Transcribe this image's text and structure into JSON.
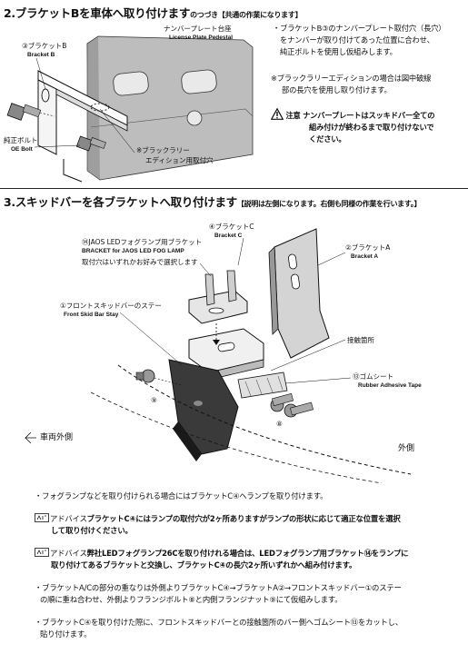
{
  "section2": {
    "title": "2.ブラケットBを車体へ取り付けます",
    "subtitle": "のつづき【共通の作業になります】",
    "labels": {
      "pedestal_jp": "ナンバープレート台座",
      "pedestal_en": "License Plate Pedestal",
      "bracket_b_jp": "③ブラケットB",
      "bracket_b_en": "Bracket B",
      "oe_bolt_jp": "純正ボルト",
      "oe_bolt_en": "OE Bolt",
      "rally_hole_1": "※ブラックラリー",
      "rally_hole_2": "エディション用取付穴"
    },
    "notes": [
      "・ブラケットB③のナンバープレート取付穴（長穴）",
      "をナンバーが取り付けてあった位置に合わせ、",
      "純正ボルトを使用し仮組みします。"
    ],
    "rally_note": [
      "※ブラックラリーエディションの場合は図中破線",
      "部の長穴を使用し取り付けます。"
    ],
    "caution_label": "注意",
    "caution": [
      "ナンバープレートはスッキドバー全ての",
      "組み付けが終わるまで取り付けないで",
      "ください。"
    ]
  },
  "section3": {
    "title": "3.スキッドバーを各ブラケットへ取り付けます",
    "subtitle": "【説明は左側になります。右側も同様の作業を行います。】",
    "labels": {
      "fog_jp": "⑭JAOS LEDフォグランプ用ブラケット",
      "fog_en": "BRACKET for JAOS LED FOG LAMP",
      "fog_note": "取付穴はいずれかお好みで選択します",
      "bracket_c_jp": "④ブラケットC",
      "bracket_c_en": "Bracket C",
      "bracket_a_jp": "②ブラケットA",
      "bracket_a_en": "Bracket A",
      "stay_jp": "①フロントスキッドバーのステー",
      "stay_en": "Front Skid Bar Stay",
      "contact": "接触箇所",
      "rubber_jp": "⑬ゴムシート",
      "rubber_en": "Rubber Adhesive Tape",
      "num_9": "⑨",
      "num_8": "⑧",
      "vehicle_outer": "車両外側",
      "outer": "外側"
    },
    "items": [
      "・フォグランプなどを取り付けられる場合にはブラケットC④へランプを取り付けます。",
      "ブラケットC④にはランプの取付穴が2ヶ所ありますがランプの形状に応じて適正な位置を選択",
      "して取り付けください。",
      "弊社LEDフォグランプ26Cを取り付けれる場合は、LEDフォグランプ用ブラケット⑭をランプに",
      "取り付けてあるブラケットと交換し、ブラケットC④の長穴2ヶ所いずれかへ組み付けます。",
      "・ブラケットA/Cの部分の重なりは外側よりブラケットC④→ブラケットA②→フロントスキッドバー①のステー",
      "の順に重ね合わせ、外側よりフランジボルト⑧と内側フランジナット⑨にて仮組みします。",
      "・ブラケットC④を取り付けた際に、フロントスキッドバーとの接触箇所のバー側へゴムシート⑬をカットし、",
      "貼り付けます。"
    ],
    "advice_label": "アドバイス"
  }
}
